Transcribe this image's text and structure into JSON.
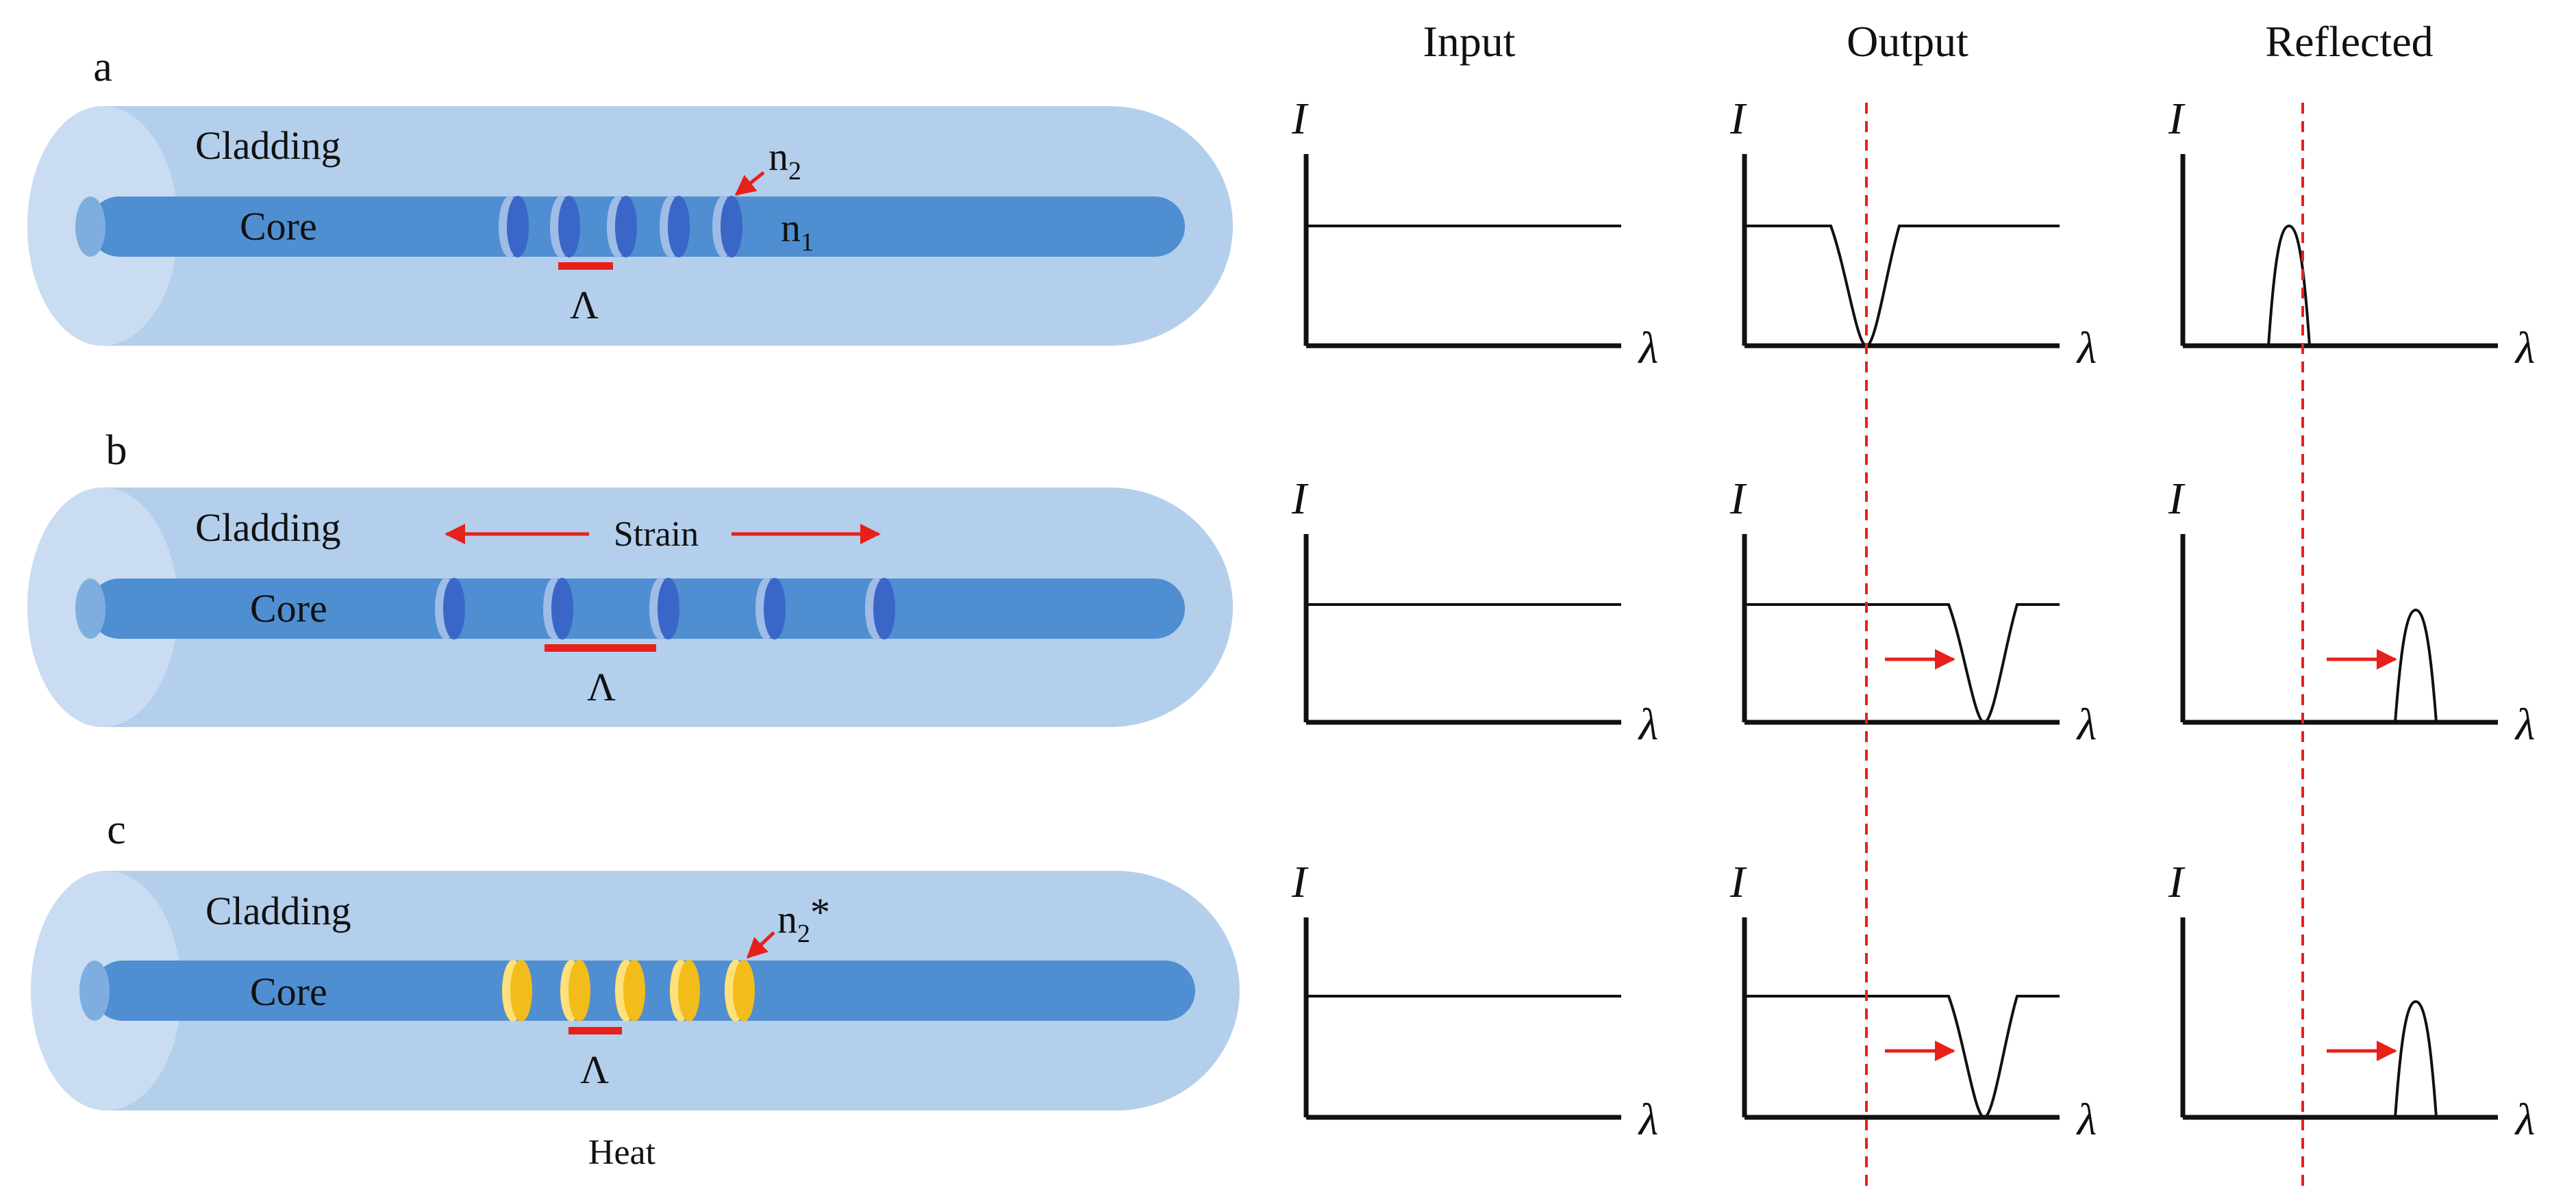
{
  "column_headers": {
    "input": "Input",
    "output": "Output",
    "reflected": "Reflected"
  },
  "axis_labels": {
    "intensity": "I",
    "wavelength": "λ"
  },
  "panels": [
    {
      "letter": "a",
      "cladding_label": "Cladding",
      "core_label": "Core",
      "period_label": "Λ",
      "grating_index_label": "n",
      "grating_index_subscript": "2",
      "core_index_label": "n",
      "core_index_subscript": "1",
      "grating_color": "#3a67c7",
      "shift": "none"
    },
    {
      "letter": "b",
      "cladding_label": "Cladding",
      "core_label": "Core",
      "period_label": "Λ",
      "strain_label": "Strain",
      "grating_color": "#3a67c7",
      "shift": "right"
    },
    {
      "letter": "c",
      "cladding_label": "Cladding",
      "core_label": "Core",
      "period_label": "Λ",
      "grating_index_label": "n",
      "grating_index_subscript": "2",
      "grating_index_suffix": "*",
      "heat_label": "Heat",
      "grating_color": "#f2bc1a",
      "shift": "right"
    }
  ],
  "colors": {
    "cladding": "#b3cfec",
    "cladding_end": "#c9dcf1",
    "core": "#4f8ed1",
    "core_end": "#7eaee0",
    "annotation_red": "#e8201a",
    "reference_line": "#e8201a",
    "grating_blue": "#3a67c7",
    "grating_gold": "#f2bc1a"
  }
}
